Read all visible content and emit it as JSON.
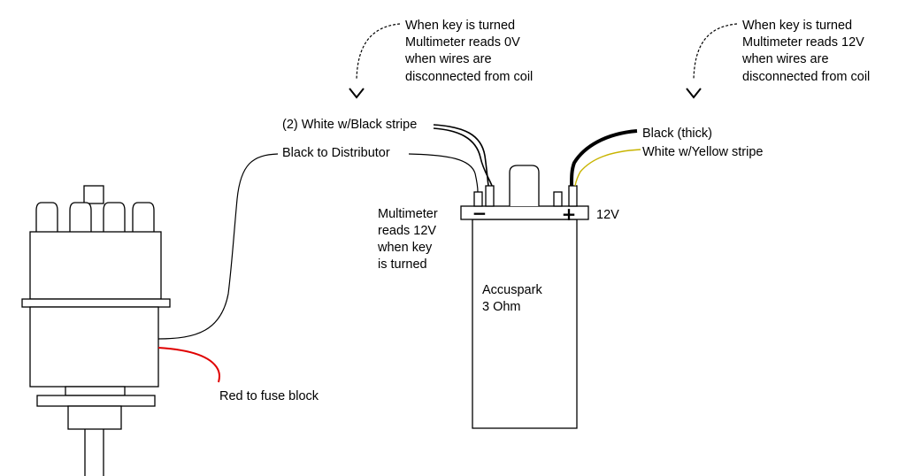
{
  "annotations": {
    "left_key_note": [
      "When key is turned",
      "Multimeter reads 0V",
      "when wires are",
      "disconnected from coil"
    ],
    "right_key_note": [
      "When key is turned",
      "Multimeter reads 12V",
      "when wires are",
      "disconnected from coil"
    ],
    "negative_terminal_note": [
      "Multimeter",
      "reads 12V",
      "when key",
      "is turned"
    ]
  },
  "wires": {
    "white_black_stripe": "(2) White w/Black stripe",
    "black_to_distributor": "Black to Distributor",
    "black_thick": "Black (thick)",
    "white_yellow_stripe": "White w/Yellow stripe",
    "red_to_fuse_block": "Red to fuse block"
  },
  "coil": {
    "brand": "Accuspark",
    "rating": "3 Ohm",
    "negative_sign": "−",
    "positive_sign": "+",
    "positive_voltage": "12V"
  },
  "colors": {
    "outline": "#000000",
    "red_wire": "#e00000",
    "yellow_stripe": "#c8b400"
  }
}
